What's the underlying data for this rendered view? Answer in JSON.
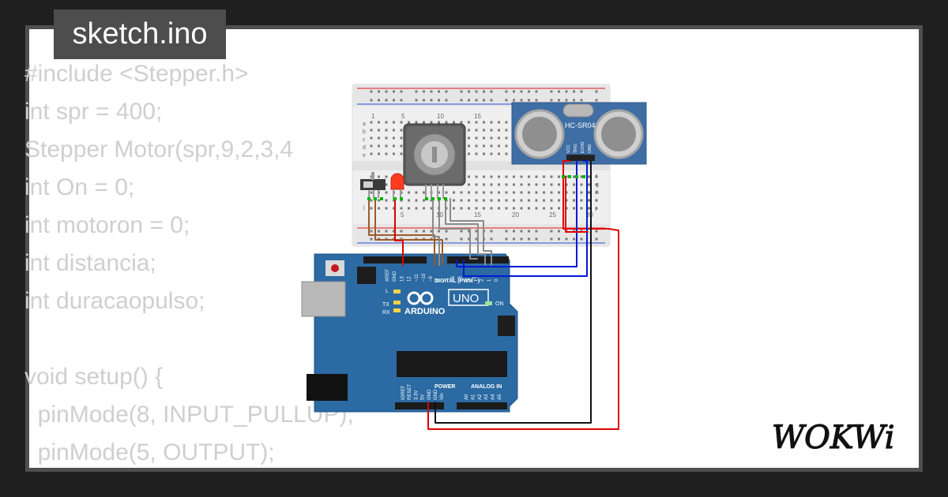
{
  "file_tab": {
    "label": "sketch.ino"
  },
  "code_lines": [
    "#include <Stepper.h>",
    "int spr = 400;",
    "Stepper Motor(spr,9,2,3,4",
    "int On = 0;",
    "int motoron = 0;",
    "int distancia;",
    "int duracaopulso;",
    "",
    "void setup() {",
    "  pinMode(8, INPUT_PULLUP);",
    "  pinMode(5, OUTPUT);"
  ],
  "breadboard": {
    "top_numbers": [
      "1",
      "5",
      "10",
      "15"
    ],
    "bottom_numbers": [
      "5",
      "10",
      "15",
      "20",
      "25",
      "30"
    ],
    "left_letters": [
      "a",
      "b",
      "c",
      "d",
      "e"
    ],
    "lower_left_letters": [
      "j"
    ],
    "right_letters": [
      "f",
      "g",
      "h",
      "i",
      "j"
    ]
  },
  "sensor": {
    "label": "HC-SR04",
    "pins": [
      "VCC",
      "TRIG",
      "ECHO",
      "GND"
    ]
  },
  "arduino": {
    "uno_label": "UNO",
    "brand_label": "ARDUINO",
    "digital_label": "DIGITAL (PWM ~)",
    "power_label": "POWER",
    "analog_label": "ANALOG IN",
    "tx_label": "TX",
    "rx_label": "RX",
    "l_label": "L",
    "on_label": "ON",
    "digital_pins": [
      "AREF",
      "GND",
      "13",
      "12",
      "~11",
      "~10",
      "~9",
      "8",
      "7",
      "~6",
      "~5",
      "4",
      "~3",
      "2",
      "1",
      "0"
    ],
    "power_pins": [
      "IOREF",
      "RESET",
      "3.3V",
      "5V",
      "GND",
      "GND",
      "Vin"
    ],
    "analog_pins": [
      "A0",
      "A1",
      "A2",
      "A3",
      "A4",
      "A5"
    ]
  },
  "brand": {
    "logo": "WOKWi"
  },
  "colors": {
    "background": "#1f1f1f",
    "frame": "#4f4f4f",
    "card": "#ffffff",
    "code_text": "#cfcfcf",
    "arduino_blue": "#2b6aa3",
    "sensor_blue": "#3f6ea4",
    "wire_red": "#e10000",
    "wire_blue": "#0019d4",
    "wire_black": "#111111",
    "wire_gray": "#8a8a8a",
    "wire_brown": "#9b5a28",
    "wire_green": "#00b400",
    "led_red": "#ff3b1f"
  }
}
